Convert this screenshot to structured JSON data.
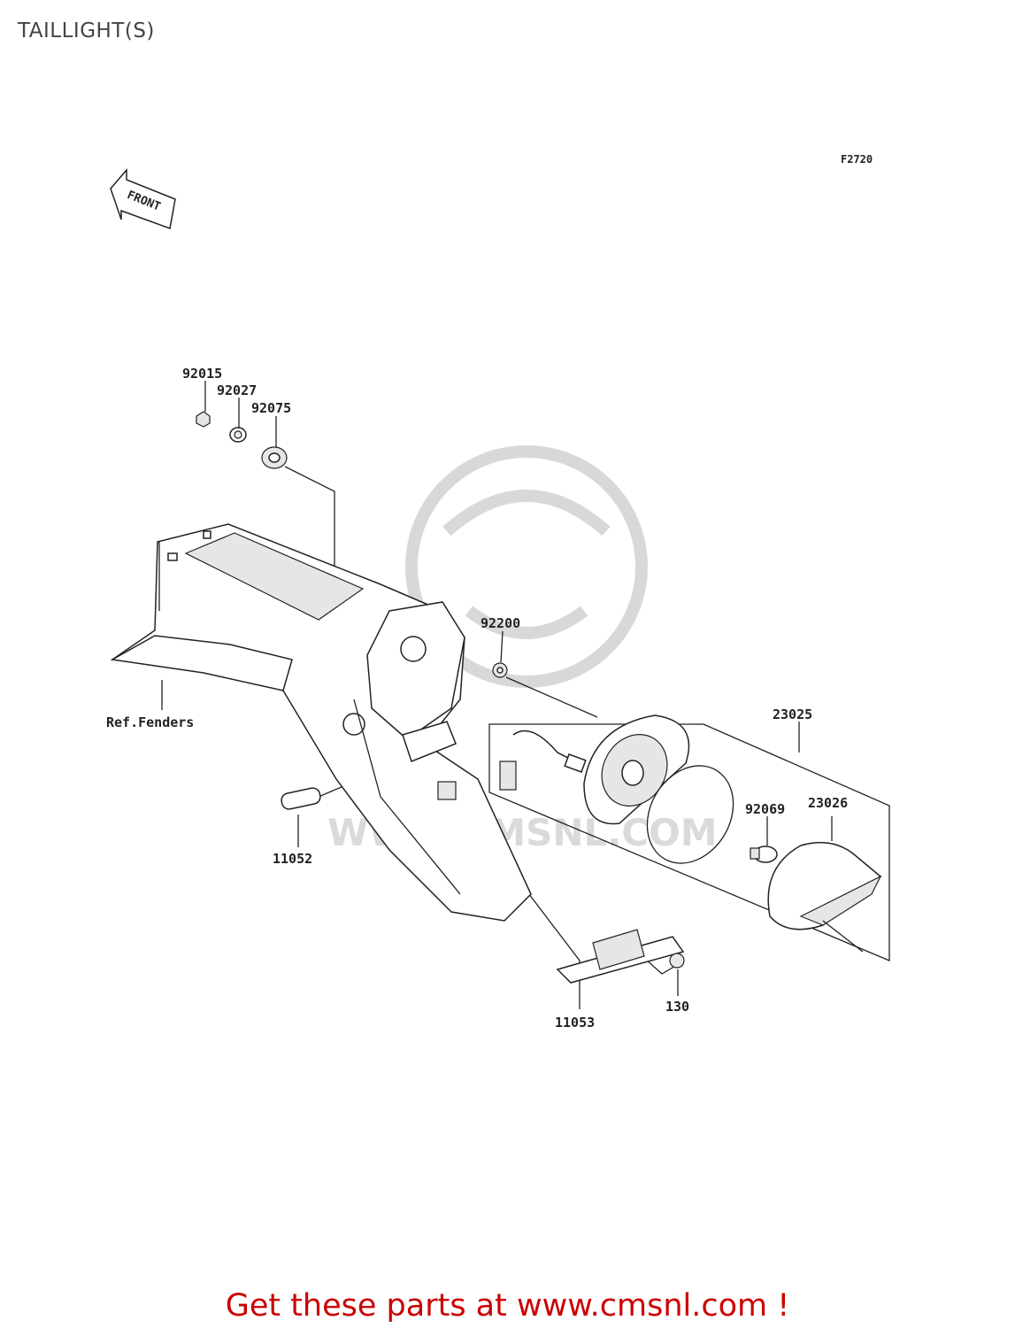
{
  "page": {
    "title": "TAILLIGHT(S)"
  },
  "diagram": {
    "figure_code": "F2720",
    "front_arrow_label": "FRONT",
    "reference_label": "Ref.Fenders",
    "watermark_text": "WWW.CMSNL.COM",
    "parts": [
      {
        "number": "92015"
      },
      {
        "number": "92027"
      },
      {
        "number": "92075"
      },
      {
        "number": "92200"
      },
      {
        "number": "23025"
      },
      {
        "number": "92069"
      },
      {
        "number": "23026"
      },
      {
        "number": "11052"
      },
      {
        "number": "11053"
      },
      {
        "number": "130"
      }
    ]
  },
  "footer": {
    "text": "Get these parts at www.cmsnl.com !",
    "color": "#cc0000"
  }
}
